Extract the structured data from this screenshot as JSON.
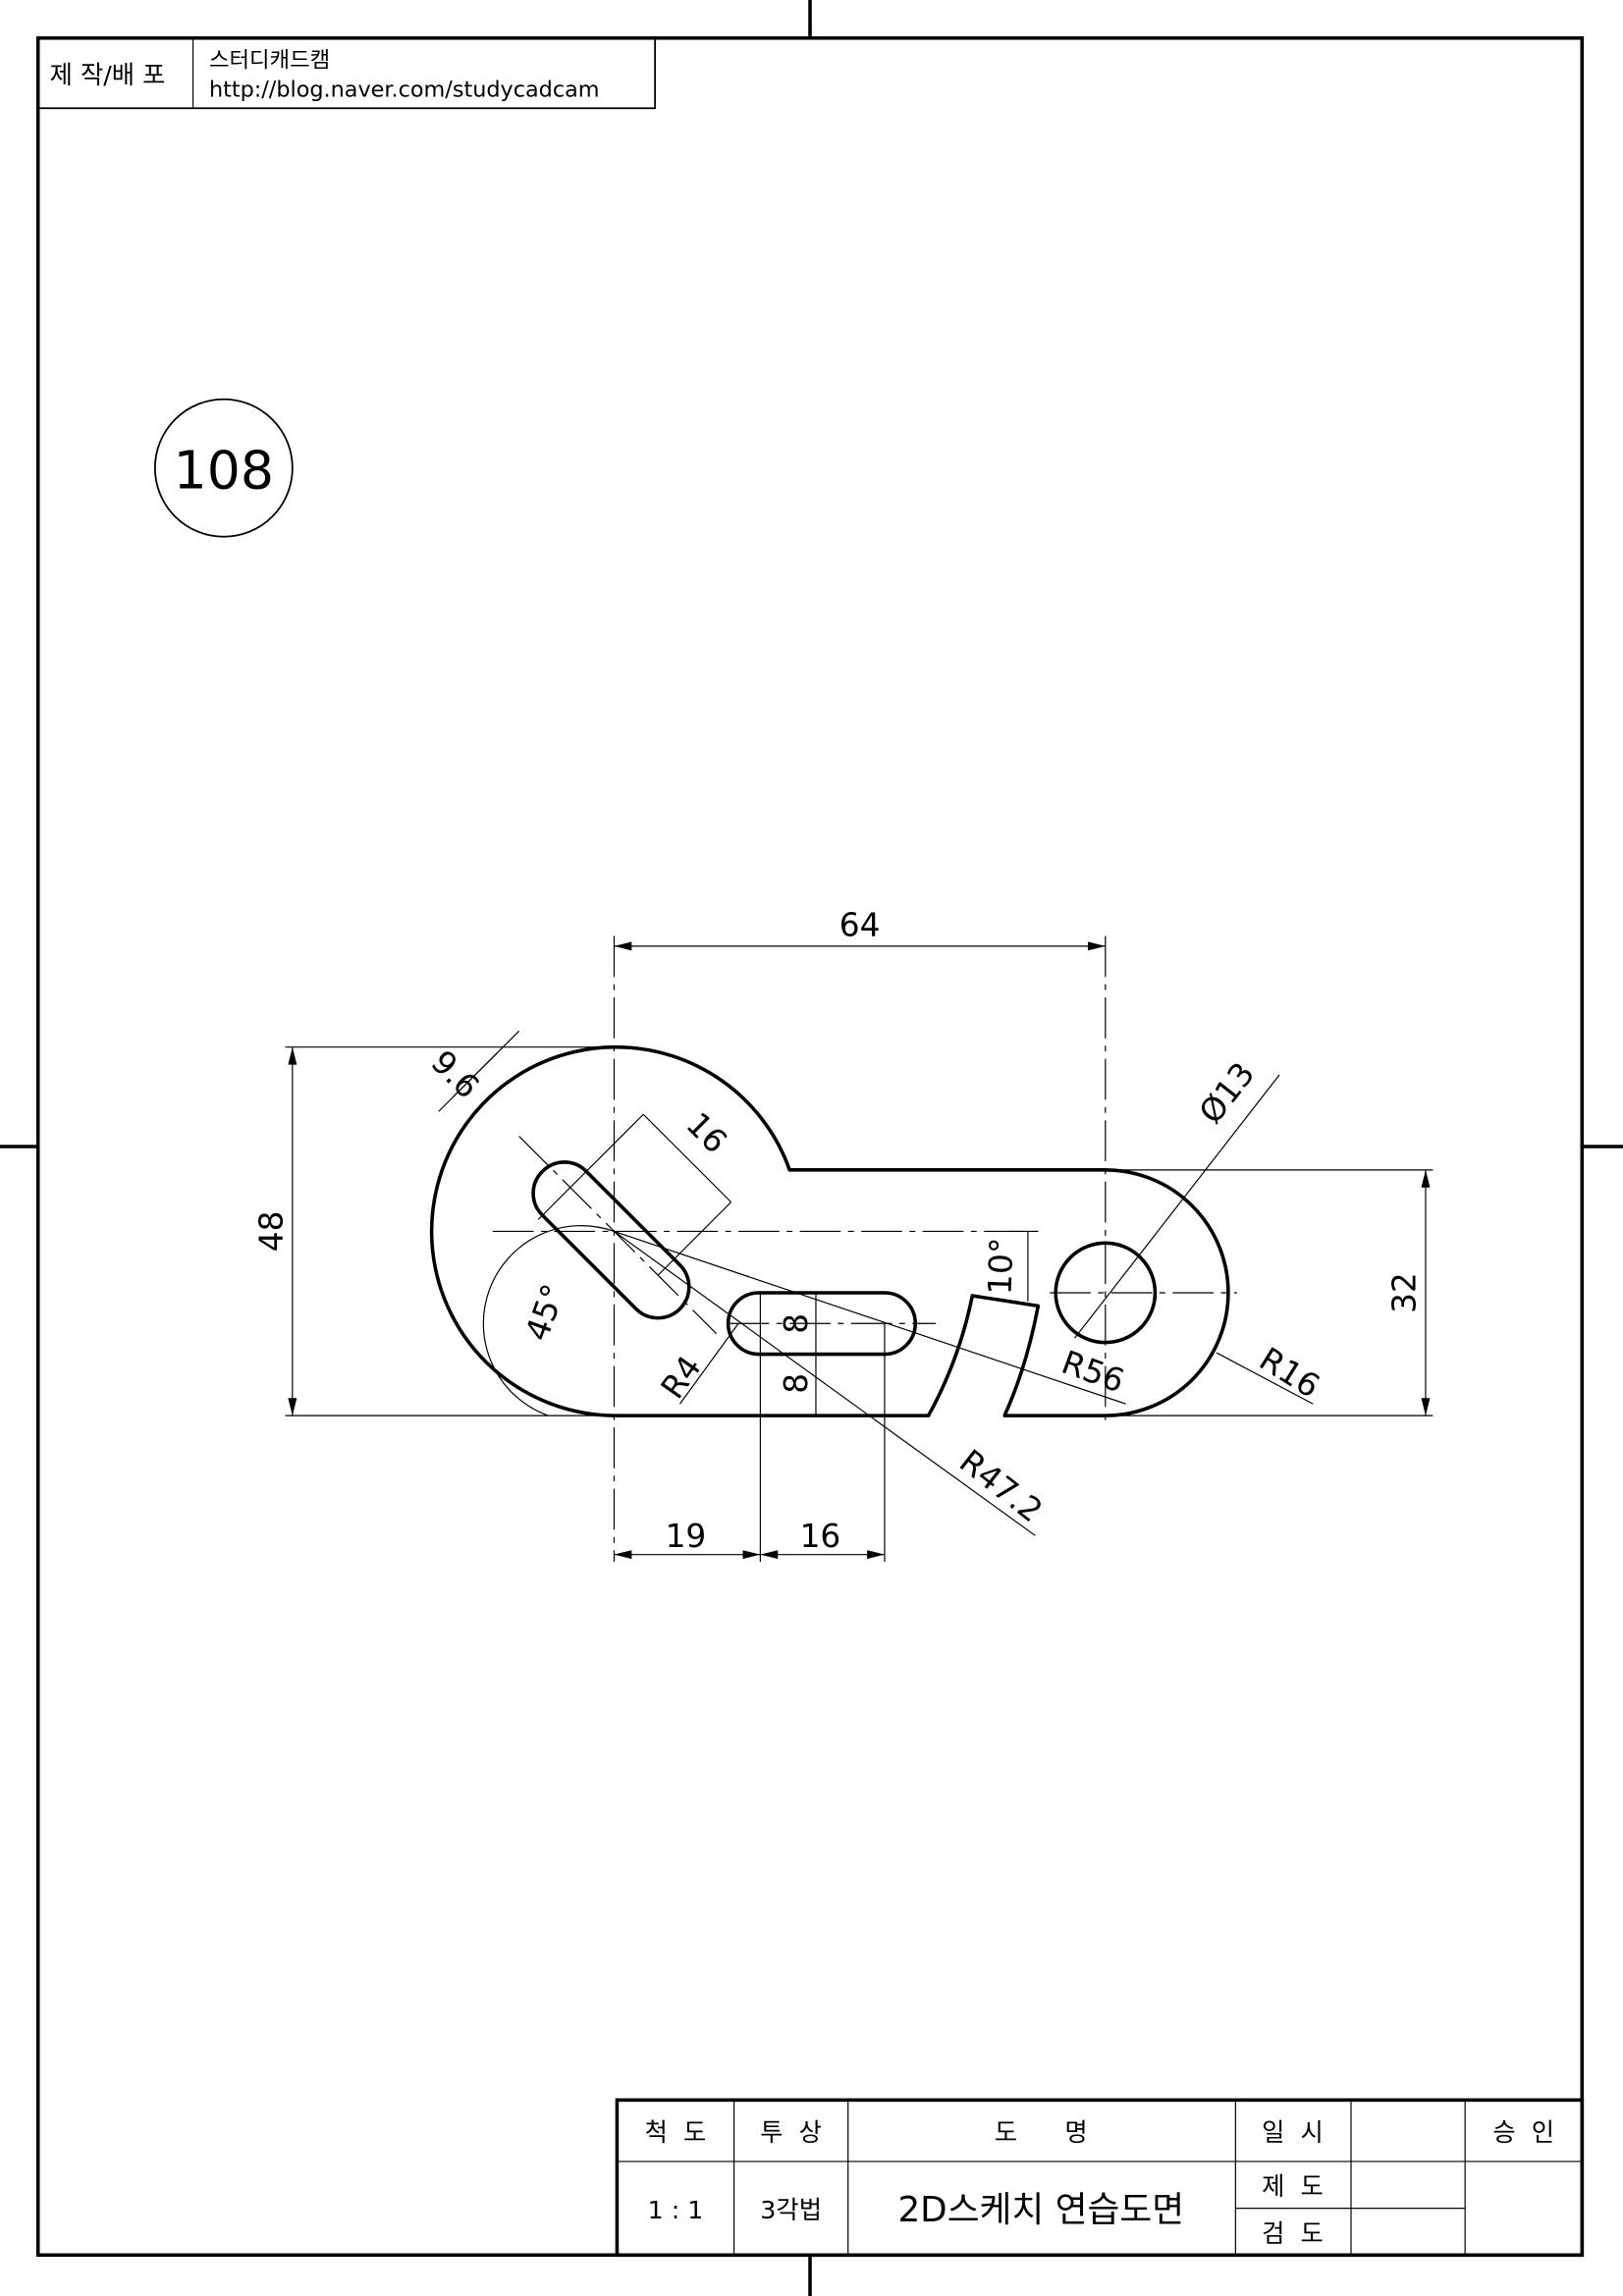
{
  "header": {
    "label": "제 작/배 포",
    "author": "스터디캐드캠",
    "url": "http://blog.naver.com/studycadcam"
  },
  "drawing_number": "108",
  "dimensions": {
    "d64": "64",
    "d48": "48",
    "d32": "32",
    "d19": "19",
    "d16_bottom": "16",
    "d16_slot": "16",
    "d9_6": "9.6",
    "phi13": "Ø13",
    "r16": "R16",
    "r56": "R56",
    "r47_2": "R47.2",
    "r4": "R4",
    "angle45": "45°",
    "angle10": "10°",
    "d8_top": "8",
    "d8_bottom": "8"
  },
  "title_block": {
    "scale_label": "척  도",
    "projection_label": "투  상",
    "title_label": "도      명",
    "date_label": "일  시",
    "approval_label": "승  인",
    "scale_value": "1 : 1",
    "projection_value": "3각법",
    "title_value": "2D스케치 연습도면",
    "drawn_label": "제  도",
    "checked_label": "검  도"
  }
}
